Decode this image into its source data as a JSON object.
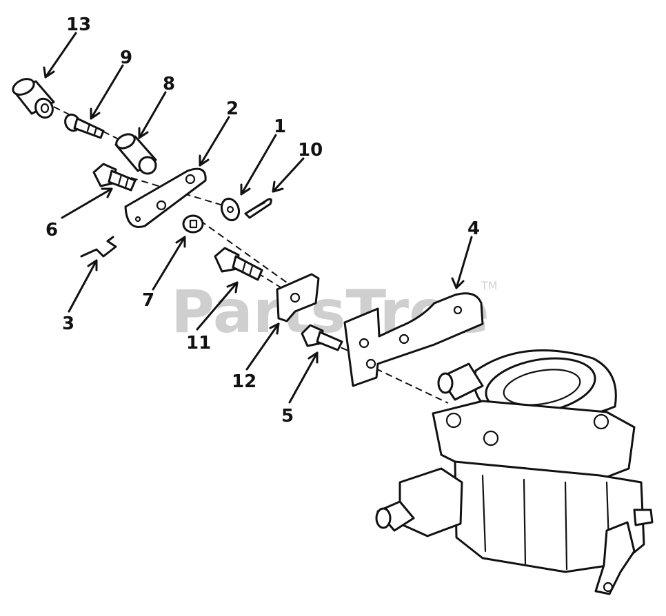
{
  "watermark": {
    "text": "PartsTree",
    "trademark": "TM"
  },
  "callouts": {
    "c1": "1",
    "c2": "2",
    "c3": "3",
    "c4": "4",
    "c5": "5",
    "c6": "6",
    "c7": "7",
    "c8": "8",
    "c9": "9",
    "c10": "10",
    "c11": "11",
    "c12": "12",
    "c13": "13"
  },
  "colors": {
    "ink": "#111111",
    "watermark": "#cfcfcf",
    "background": "#ffffff"
  }
}
